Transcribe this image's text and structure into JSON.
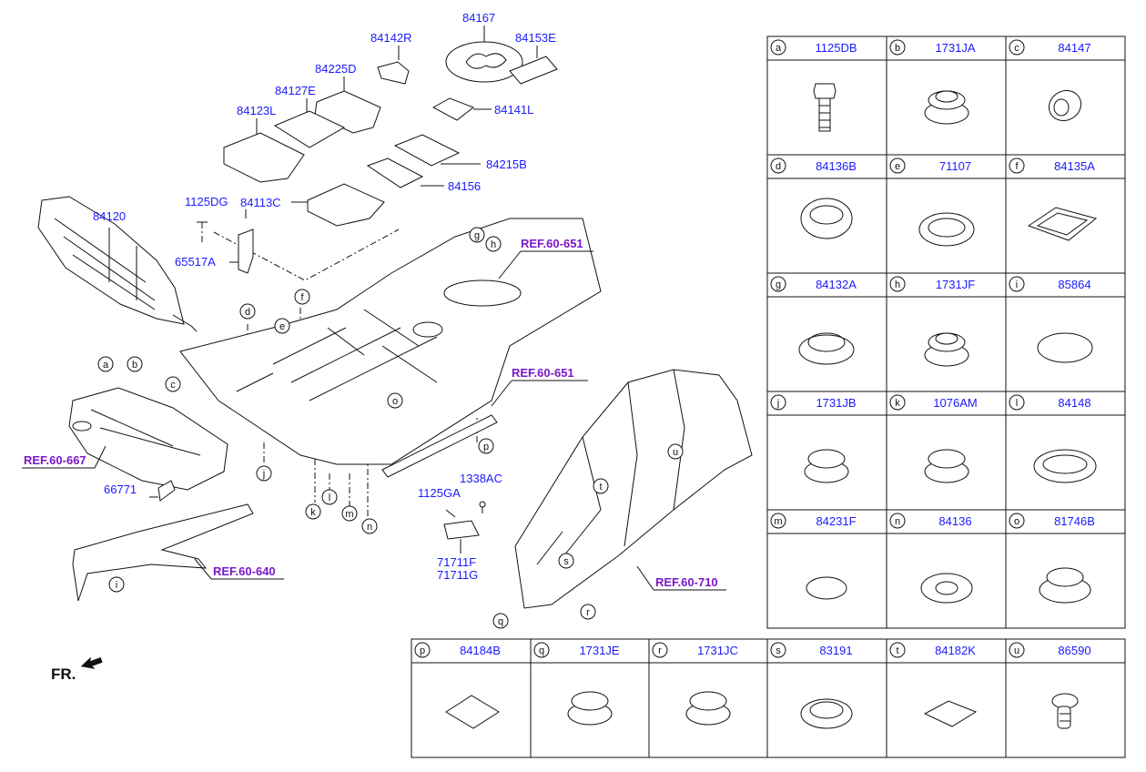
{
  "diagram": {
    "fr_label": "FR.",
    "refs": [
      "REF.60-651",
      "REF.60-651",
      "REF.60-667",
      "REF.60-640",
      "REF.60-710"
    ],
    "callouts": [
      "84167",
      "84142R",
      "84153E",
      "84225D",
      "84127E",
      "84123L",
      "84141L",
      "84215B",
      "84156",
      "84113C",
      "84120",
      "1125DG",
      "65517A",
      "66771",
      "1125GA",
      "1338AC",
      "71711F",
      "71711G"
    ],
    "letters": [
      "a",
      "b",
      "c",
      "d",
      "e",
      "f",
      "g",
      "h",
      "i",
      "j",
      "k",
      "l",
      "m",
      "n",
      "o",
      "p",
      "q",
      "r",
      "s",
      "t",
      "u"
    ]
  },
  "table_right": [
    {
      "letter": "a",
      "part": "1125DB"
    },
    {
      "letter": "b",
      "part": "1731JA"
    },
    {
      "letter": "c",
      "part": "84147"
    },
    {
      "letter": "d",
      "part": "84136B"
    },
    {
      "letter": "e",
      "part": "71107"
    },
    {
      "letter": "f",
      "part": "84135A"
    },
    {
      "letter": "g",
      "part": "84132A"
    },
    {
      "letter": "h",
      "part": "1731JF"
    },
    {
      "letter": "i",
      "part": "85864"
    },
    {
      "letter": "j",
      "part": "1731JB"
    },
    {
      "letter": "k",
      "part": "1076AM"
    },
    {
      "letter": "l",
      "part": "84148"
    },
    {
      "letter": "m",
      "part": "84231F"
    },
    {
      "letter": "n",
      "part": "84136"
    },
    {
      "letter": "o",
      "part": "81746B"
    }
  ],
  "table_bottom": [
    {
      "letter": "p",
      "part": "84184B"
    },
    {
      "letter": "q",
      "part": "1731JE"
    },
    {
      "letter": "r",
      "part": "1731JC"
    },
    {
      "letter": "s",
      "part": "83191"
    },
    {
      "letter": "t",
      "part": "84182K"
    },
    {
      "letter": "u",
      "part": "86590"
    }
  ]
}
